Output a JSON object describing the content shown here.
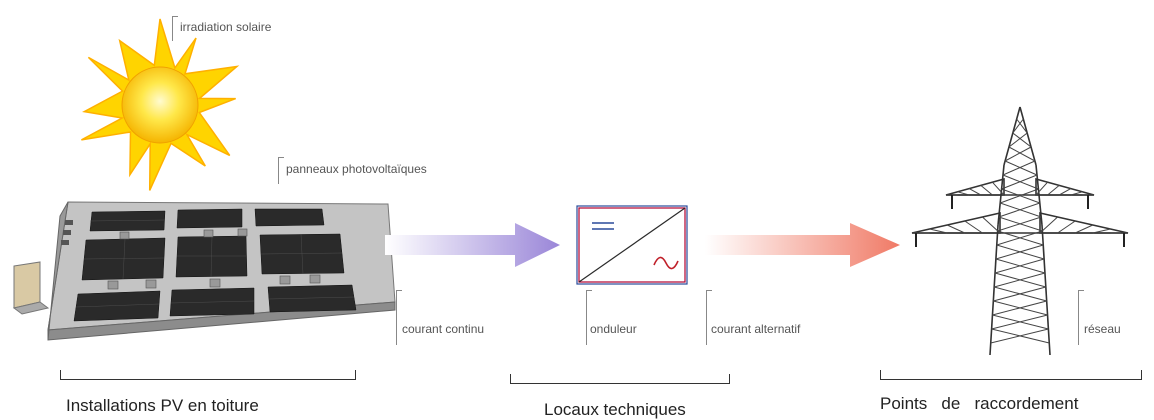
{
  "callouts": {
    "irradiation": "irradiation solaire",
    "panels": "panneaux photovoltaïques",
    "dc": "courant continu",
    "inverter": "onduleur",
    "ac": "courant alternatif",
    "grid": "réseau"
  },
  "captions": {
    "pv": "Installations PV en toiture",
    "technical": "Locaux techniques",
    "connection": "Points   de   raccordement"
  },
  "colors": {
    "sun_core": "#ffd400",
    "sun_rays": "#ffb000",
    "arrow_dc": "#9a86d8",
    "arrow_ac": "#f08070",
    "inverter_border": "#b00030",
    "panel": "#2a2a2a",
    "roof": "#b8b8b8"
  },
  "icons": {
    "sun": "sun-icon",
    "roof": "pv-roof-icon",
    "inverter": "inverter-icon",
    "pylon": "power-pylon-icon"
  }
}
